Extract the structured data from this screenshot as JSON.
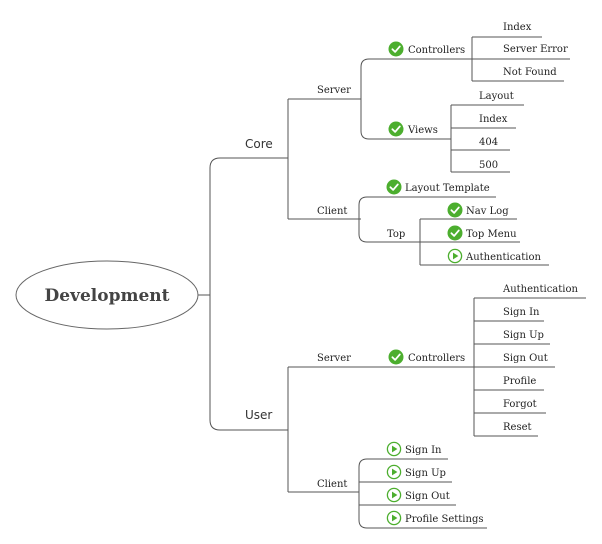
{
  "root": {
    "label": "Development"
  },
  "core": {
    "label": "Core",
    "server": {
      "label": "Server",
      "controllers": {
        "label": "Controllers",
        "icon": "check-circle-icon",
        "items": [
          "Index",
          "Server Error",
          "Not Found"
        ]
      },
      "views": {
        "label": "Views",
        "icon": "check-circle-icon",
        "items": [
          "Layout",
          "Index",
          "404",
          "500"
        ]
      }
    },
    "client": {
      "label": "Client",
      "layout_template": {
        "label": "Layout Template",
        "icon": "check-circle-icon"
      },
      "top": {
        "label": "Top",
        "items": [
          {
            "label": "Nav Log",
            "icon": "check-circle-icon"
          },
          {
            "label": "Top Menu",
            "icon": "check-circle-icon"
          },
          {
            "label": "Authentication",
            "icon": "play-circle-icon"
          }
        ]
      }
    }
  },
  "user": {
    "label": "User",
    "server": {
      "label": "Server",
      "controllers": {
        "label": "Controllers",
        "icon": "check-circle-icon",
        "items": [
          "Authentication",
          "Sign In",
          "Sign Up",
          "Sign Out",
          "Profile",
          "Forgot",
          "Reset"
        ]
      }
    },
    "client": {
      "label": "Client",
      "items": [
        {
          "label": "Sign In",
          "icon": "play-circle-icon"
        },
        {
          "label": "Sign Up",
          "icon": "play-circle-icon"
        },
        {
          "label": "Sign Out",
          "icon": "play-circle-icon"
        },
        {
          "label": "Profile Settings",
          "icon": "play-circle-icon"
        }
      ]
    }
  },
  "colors": {
    "accent": "#4cae2e",
    "line": "#555555"
  }
}
